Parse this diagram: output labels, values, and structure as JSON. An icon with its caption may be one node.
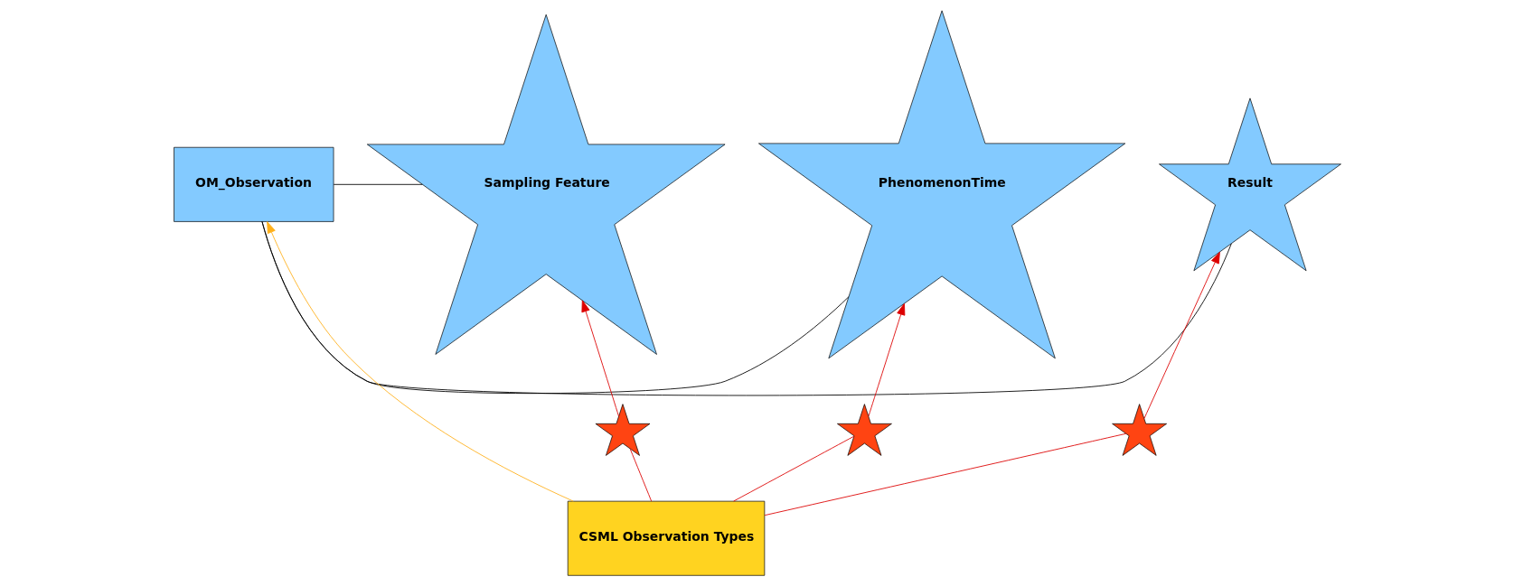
{
  "diagram": {
    "nodes": [
      {
        "text": [
          "Sampling Feature"
        ]
      },
      {
        "text": [
          "OM_Observation"
        ]
      },
      {
        "text": [
          "PhenomenonTime"
        ]
      },
      {
        "text": [
          "Result"
        ]
      },
      {
        "text": [
          "CSML Observation Types"
        ]
      },
      {
        "text": [],
        "shape": "star"
      },
      {
        "text": [],
        "shape": "star"
      },
      {
        "text": [],
        "shape": "star"
      }
    ],
    "edges": [
      {
        "from": 1,
        "to": 0,
        "arrow": "none",
        "color": "#000000"
      },
      {
        "from": 1,
        "to": 2,
        "arrow": "none",
        "color": "#000000"
      },
      {
        "from": 1,
        "to": 3,
        "arrow": "none",
        "color": "#000000"
      },
      {
        "from": 4,
        "to": 1,
        "arrow": "to",
        "color": "#ffb01a"
      },
      {
        "from": 4,
        "to": 5,
        "arrow": "none"
      },
      {
        "from": 5,
        "to": 0,
        "arrow": "to"
      },
      {
        "from": 4,
        "to": 6,
        "arrow": "none"
      },
      {
        "from": 6,
        "to": 2,
        "arrow": "to"
      },
      {
        "from": 4,
        "to": 7,
        "arrow": "none"
      },
      {
        "from": 7,
        "to": 3,
        "arrow": "to"
      }
    ]
  }
}
